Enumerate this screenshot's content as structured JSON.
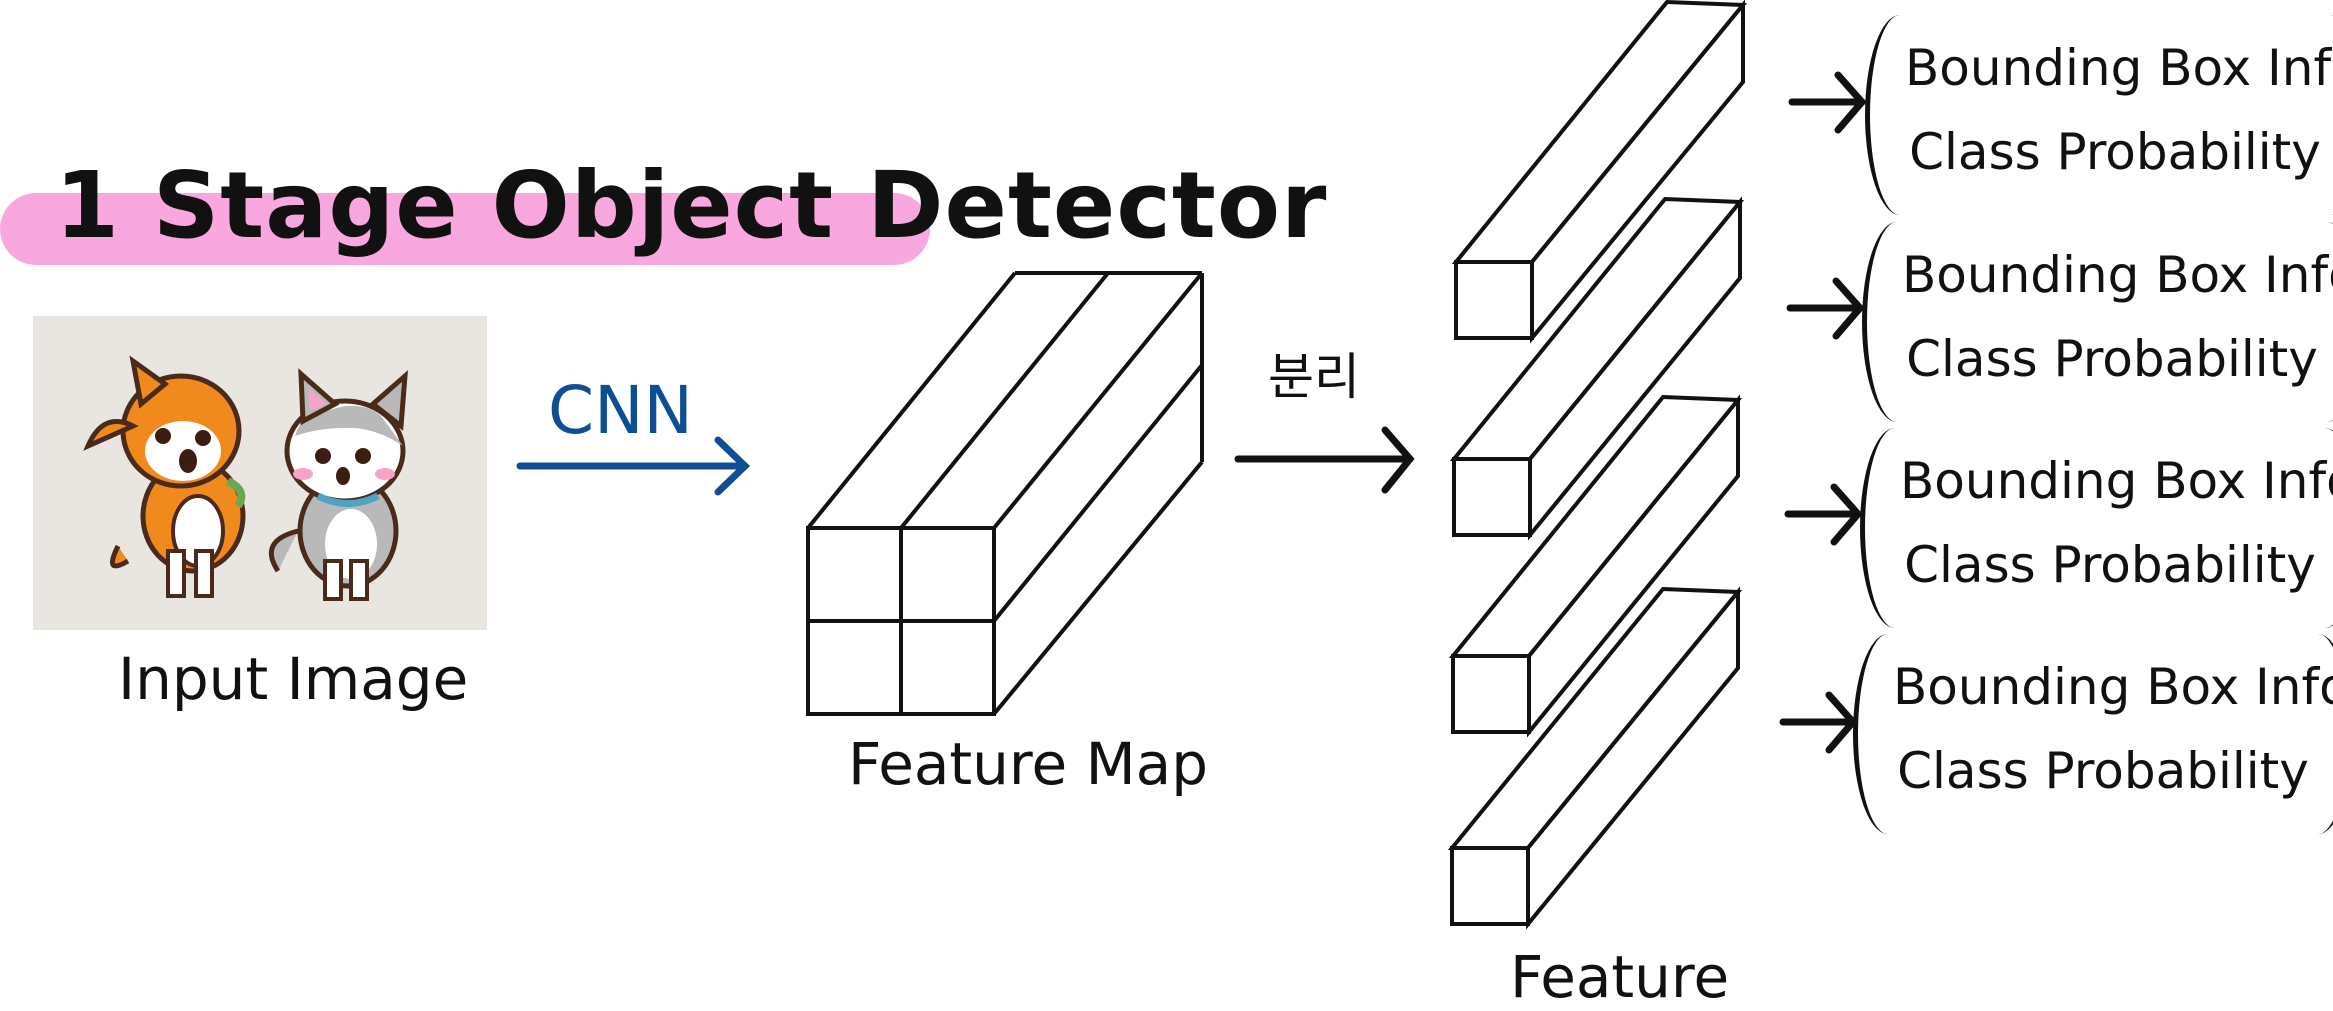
{
  "title": "1 Stage Object Detector",
  "input_label": "Input Image",
  "cnn_label": "CNN",
  "feature_map_label": "Feature Map",
  "split_label": "분리",
  "feature_label": "Feature",
  "outputs": [
    {
      "line1": "Bounding Box Info",
      "line2": "Class Probability"
    },
    {
      "line1": "Bounding Box Info",
      "line2": "Class Probability"
    },
    {
      "line1": "Bounding Box Info",
      "line2": "Class Probability"
    },
    {
      "line1": "Bounding Box Info",
      "line2": "Class Probability"
    }
  ],
  "colors": {
    "title_highlight": "#f9a8df",
    "cnn_arrow": "#0e4f93",
    "image_bg": "#e9e6e2"
  },
  "icons": [
    "orange-dog-icon",
    "gray-cat-icon"
  ]
}
